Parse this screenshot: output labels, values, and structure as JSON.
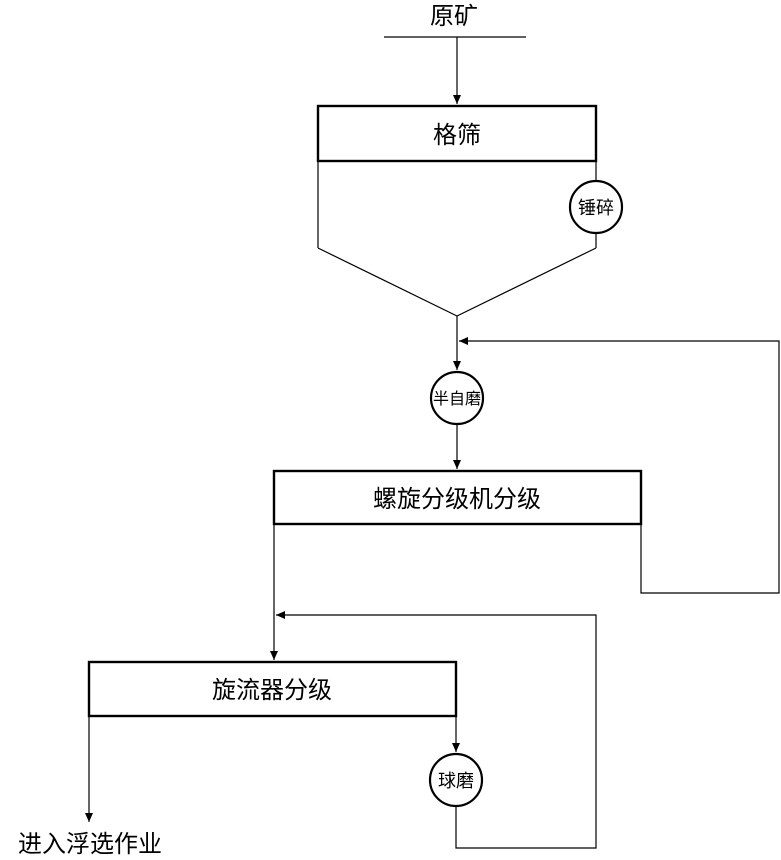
{
  "nodes": {
    "raw_ore": "原矿",
    "grizzly_screen": "格筛",
    "hammer_crush": "锤碎",
    "sag_mill": "半自磨",
    "spiral_classifier": "螺旋分级机分级",
    "hydrocyclone": "旋流器分级",
    "ball_mill": "球磨",
    "to_flotation": "进入浮选作业"
  }
}
